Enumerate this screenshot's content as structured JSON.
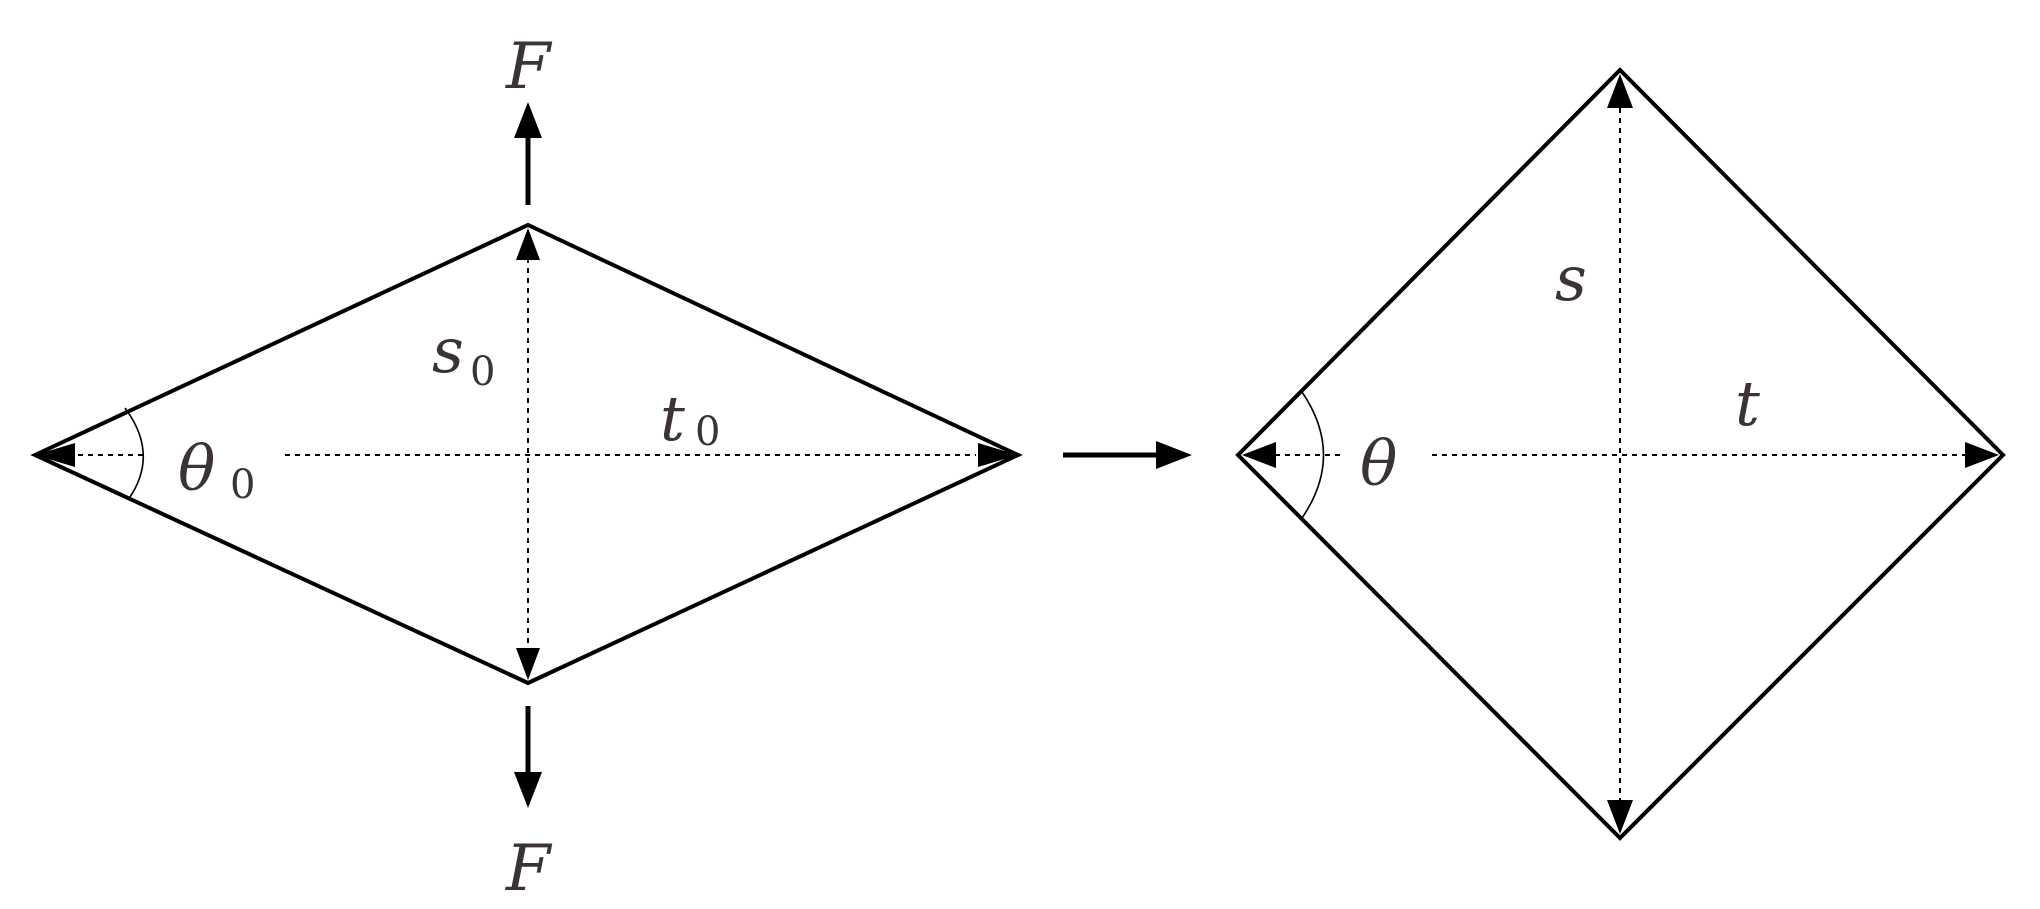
{
  "labels": {
    "force": "F",
    "initial_vertical": "s",
    "initial_horizontal": "t",
    "initial_angle": "θ",
    "initial_subscript": "0",
    "final_vertical": "s",
    "final_horizontal": "t",
    "final_angle": "θ"
  },
  "colors": {
    "stroke": "#000000",
    "text": "#3b3335",
    "background": "#ffffff"
  }
}
